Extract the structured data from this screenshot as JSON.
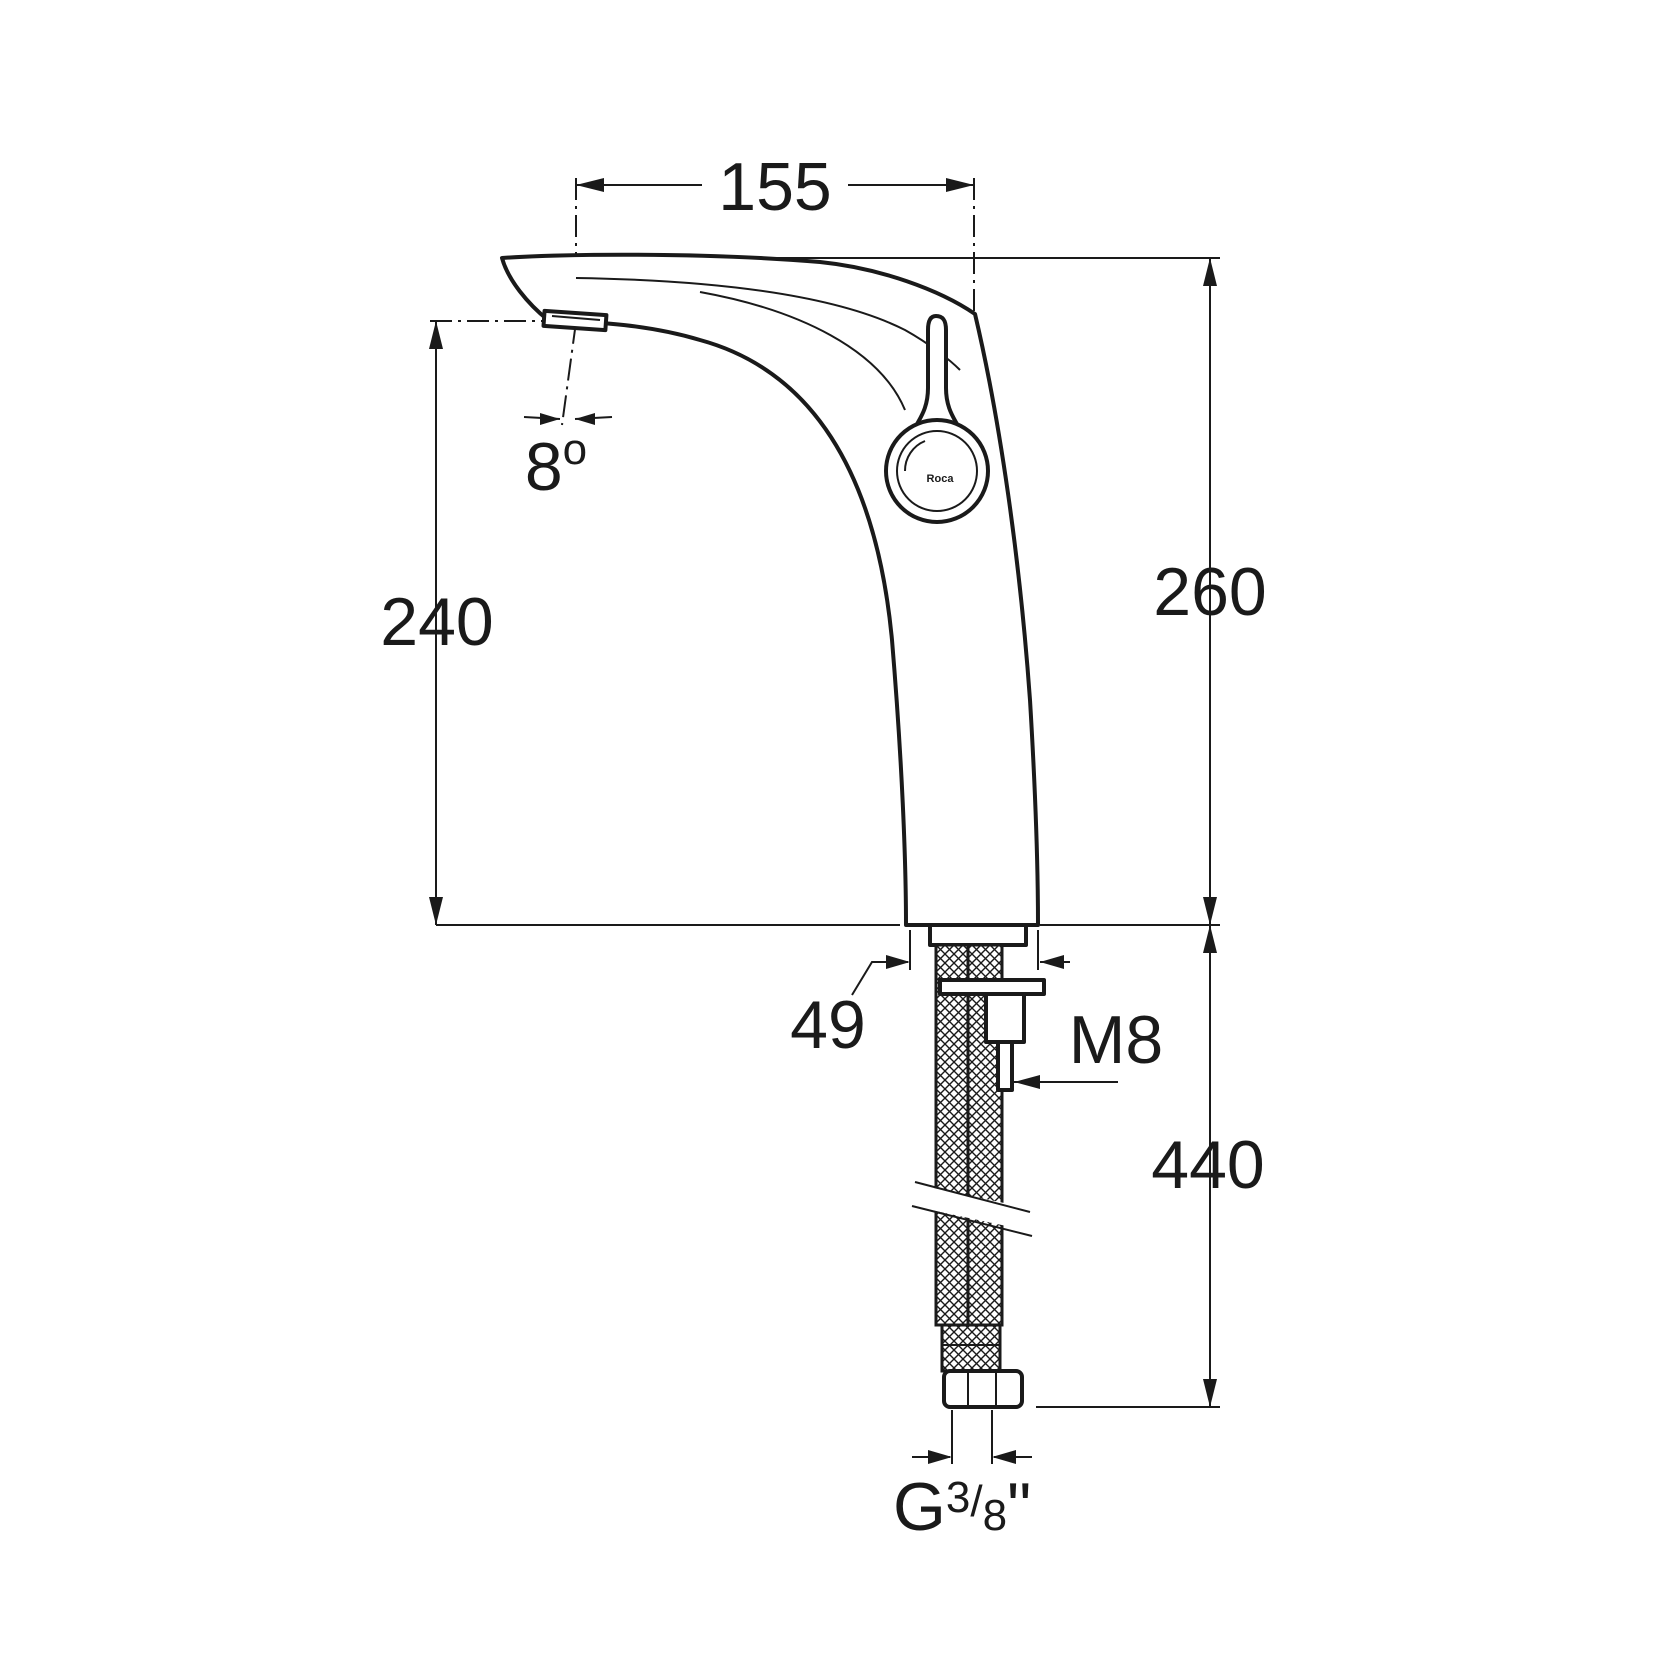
{
  "diagram": {
    "dimensions": {
      "spout_reach": "155",
      "spout_height": "240",
      "overall_height": "260",
      "spout_angle": "8",
      "spout_angle_unit": "o",
      "base_diameter": "49",
      "fixing_rod": "M8",
      "hose_length": "440",
      "connection_thread": "G",
      "connection_fraction_num": "3",
      "connection_fraction_sep": "/",
      "connection_fraction_den": "8",
      "connection_inch_mark": "\""
    },
    "brand_mark": "Roca",
    "colors": {
      "line": "#1a1a1a",
      "background": "#ffffff"
    }
  }
}
